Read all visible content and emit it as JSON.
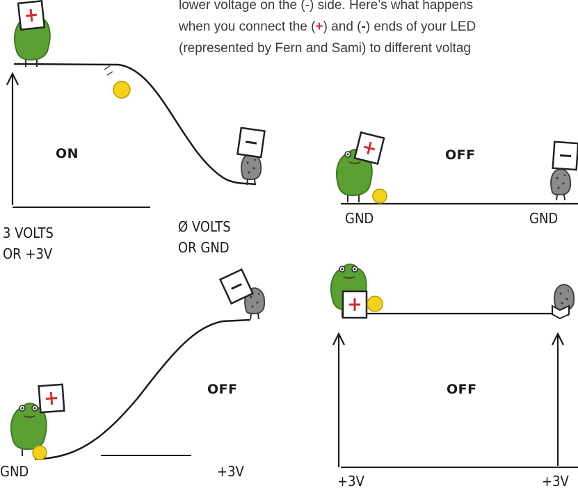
{
  "intro": {
    "line1": "lower voltage on the (-) side. Here’s what happens",
    "line2_a": "when you connect the (",
    "line2_plus": "+",
    "line2_b": ") and (",
    "line2_minus": "-",
    "line2_c": ") ends of your LED",
    "line3": "(represented by Fern and Sami) to different voltag"
  },
  "panels": [
    {
      "state": "ON",
      "left_label": [
        "3 VOLTS",
        "OR +3V"
      ],
      "right_label": [
        "Ø VOLTS",
        "OR GND"
      ]
    },
    {
      "state": "OFF",
      "left_label": [
        "GND"
      ],
      "right_label": [
        "GND"
      ]
    },
    {
      "state": "OFF",
      "left_label": [
        "GND"
      ],
      "right_label": [
        "+3V"
      ]
    },
    {
      "state": "OFF",
      "left_label": [
        "+3V"
      ],
      "right_label": [
        "+3V"
      ]
    }
  ],
  "colors": {
    "frog": "#5aa032",
    "frog_dark": "#3f7a22",
    "ball": "#f2d21b",
    "plus_red": "#d62b2b",
    "rock": "#8a8a8a",
    "ink": "#1a1a1a"
  }
}
